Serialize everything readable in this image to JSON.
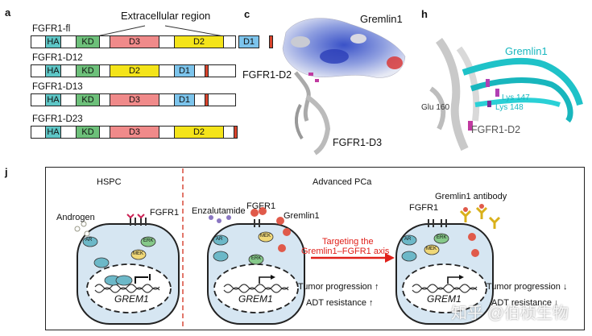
{
  "panel_a": {
    "letter": "a",
    "region_label": "Extracellular region",
    "constructs": [
      {
        "name": "FGFR1-fl",
        "domains": [
          "HA",
          "KD",
          "D3",
          "D2",
          "D1"
        ]
      },
      {
        "name": "FGFR1-D12",
        "domains": [
          "HA",
          "KD",
          "D2",
          "D1"
        ]
      },
      {
        "name": "FGFR1-D13",
        "domains": [
          "HA",
          "KD",
          "D3",
          "D1"
        ]
      },
      {
        "name": "FGFR1-D23",
        "domains": [
          "HA",
          "KD",
          "D3",
          "D2"
        ]
      }
    ],
    "domain_colors": {
      "HA": "#5ec6c6",
      "KD": "#6dc07a",
      "D3": "#f08a8a",
      "D2": "#f4e41a",
      "D1": "#7cc4ec",
      "TM": "#d8432b"
    }
  },
  "panel_c": {
    "letter": "c",
    "gremlin_label": "Gremlin1",
    "d2_label": "FGFR1-D2",
    "d3_label": "FGFR1-D3"
  },
  "panel_h": {
    "letter": "h",
    "gremlin_label": "Gremlin1",
    "lys147": "Lys 147",
    "lys148": "Lys 148",
    "glu160": "Glu 160",
    "d2_label": "FGFR1-D2"
  },
  "panel_j": {
    "letter": "j",
    "hspc_title": "HSPC",
    "advanced_title": "Advanced PCa",
    "androgen": "Androgen",
    "fgfr1": "FGFR1",
    "enzalutamide": "Enzalutamide",
    "gremlin1": "Gremlin1",
    "gremlin1_antibody": "Gremlin1 antibody",
    "targeting_line1": "Targeting the",
    "targeting_line2": "Gremlin1–FGFR1 axis",
    "tumor_progression": "Tumor progression",
    "adt_resistance": "ADT resistance",
    "gene": "GREM1",
    "ar": "AR",
    "mek": "MEK",
    "erk": "ERK",
    "watermark": "知乎 @伯桢生物"
  }
}
